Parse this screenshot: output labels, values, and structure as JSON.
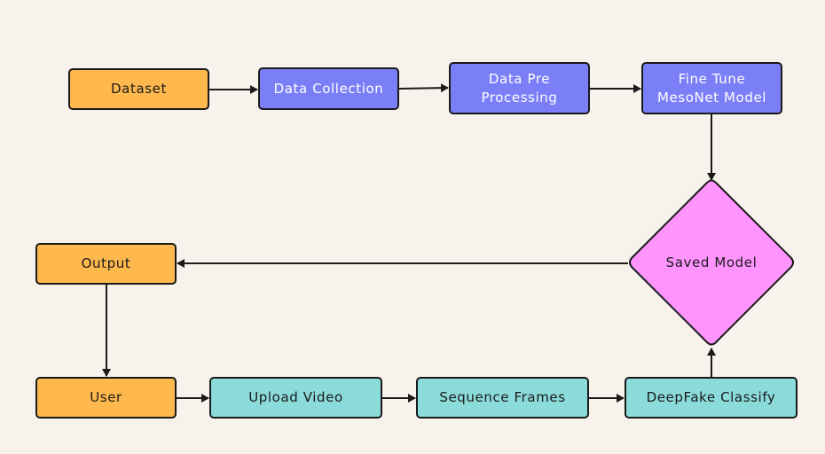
{
  "colors": {
    "background": "#f7f3ec",
    "orange": "#ffb84d",
    "blue": "#7b7ff7",
    "teal": "#8adbd9",
    "pink": "#ff94ff",
    "stroke": "#1a1a1a"
  },
  "nodes": {
    "dataset": "Dataset",
    "data_collection": "Data Collection",
    "data_preprocessing": "Data Pre\nProcessing",
    "fine_tune": "Fine Tune\nMesoNet Model",
    "saved_model": "Saved Model",
    "output": "Output",
    "user": "User",
    "upload_video": "Upload Video",
    "sequence_frames": "Sequence Frames",
    "deepfake_classify": "DeepFake Classify"
  },
  "edges": [
    {
      "from": "dataset",
      "to": "data_collection"
    },
    {
      "from": "data_collection",
      "to": "data_preprocessing"
    },
    {
      "from": "data_preprocessing",
      "to": "fine_tune"
    },
    {
      "from": "fine_tune",
      "to": "saved_model"
    },
    {
      "from": "saved_model",
      "to": "output"
    },
    {
      "from": "output",
      "to": "user"
    },
    {
      "from": "user",
      "to": "upload_video"
    },
    {
      "from": "upload_video",
      "to": "sequence_frames"
    },
    {
      "from": "sequence_frames",
      "to": "deepfake_classify"
    },
    {
      "from": "deepfake_classify",
      "to": "saved_model"
    }
  ]
}
